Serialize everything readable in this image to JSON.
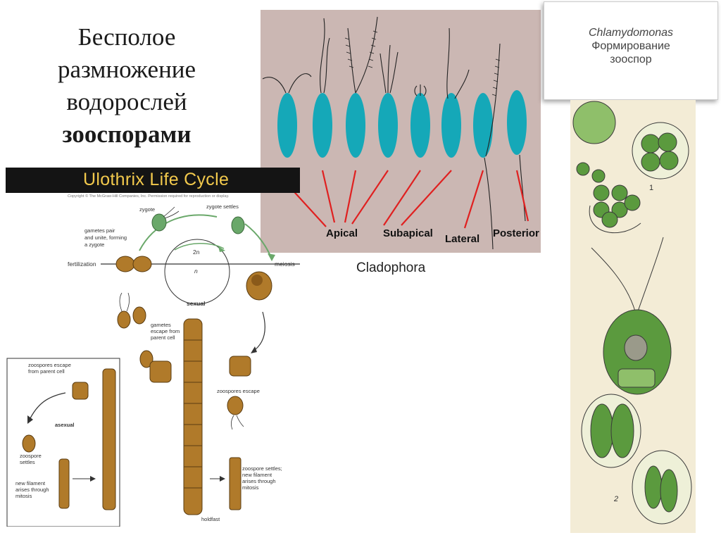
{
  "title": {
    "line1": "Бесполое",
    "line2": "размножение",
    "line3": "водорослей",
    "line4": "зооспорами"
  },
  "flagella": {
    "labels": [
      "Apical",
      "Subapical",
      "Lateral",
      "Posterior"
    ],
    "background": "#cbb7b3",
    "cell_color": "#15a8b8",
    "line_color": "#e02020"
  },
  "cladophora_caption": "Cladophora",
  "ulothrix": {
    "title": "Ulothrix Life Cycle",
    "copyright": "Copyright © The McGraw-Hill Companies, Inc. Permission required for reproduction or display.",
    "labels": {
      "zygote": "zygote",
      "zygote_settles": "zygote settles",
      "gametes_pair_1": "gametes pair",
      "gametes_pair_2": "and unite, forming",
      "gametes_pair_3": "a zygote",
      "fertilization": "fertilization",
      "meiosis": "meiosis",
      "two_n": "2n",
      "n": "n",
      "sexual": "sexual",
      "gametes_escape_1": "gametes",
      "gametes_escape_2": "escape from",
      "gametes_escape_3": "parent cell",
      "zoospores_escape_parent_1": "zoospores escape",
      "zoospores_escape_parent_2": "from parent cell",
      "asexual": "asexual",
      "zoospore_settles_1": "zoospore",
      "zoospore_settles_2": "settles",
      "new_filament_1": "new filament",
      "new_filament_2": "arises through",
      "new_filament_3": "mitosis",
      "zoospores_escape": "zoospores escape",
      "zoospore_settles_right_1": "zoospore settles;",
      "zoospore_settles_right_2": "new filament",
      "zoospore_settles_right_3": "arises through",
      "zoospore_settles_right_4": "mitosis",
      "holdfast": "holdfast"
    },
    "header_bg": "#141414",
    "title_color": "#f2c94c",
    "cell_color": "#b07a2a"
  },
  "chlamydomonas": {
    "line1": "Chlamydomonas",
    "line2": "Формирование",
    "line3": "зооспор",
    "fig_1": "1",
    "fig_2": "2",
    "panel_bg": "#f3ecd6",
    "cell_green": "#4f9a3a"
  }
}
